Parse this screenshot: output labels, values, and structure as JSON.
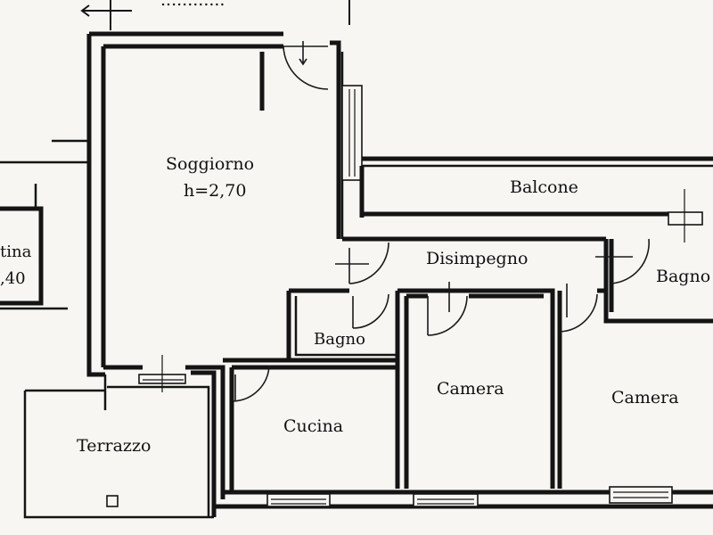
{
  "rooms": {
    "top_label": "............",
    "soggiorno": "Soggiorno",
    "soggiorno_height": "h=2,70",
    "balcone": "Balcone",
    "disimpegno": "Disimpegno",
    "bagno_right": "Bagno",
    "bagno_small": "Bagno",
    "cantina": "tina",
    "cantina_height": ",40",
    "camera_1": "Camera",
    "camera_2": "Camera",
    "cucina": "Cucina",
    "terrazzo": "Terrazzo"
  }
}
